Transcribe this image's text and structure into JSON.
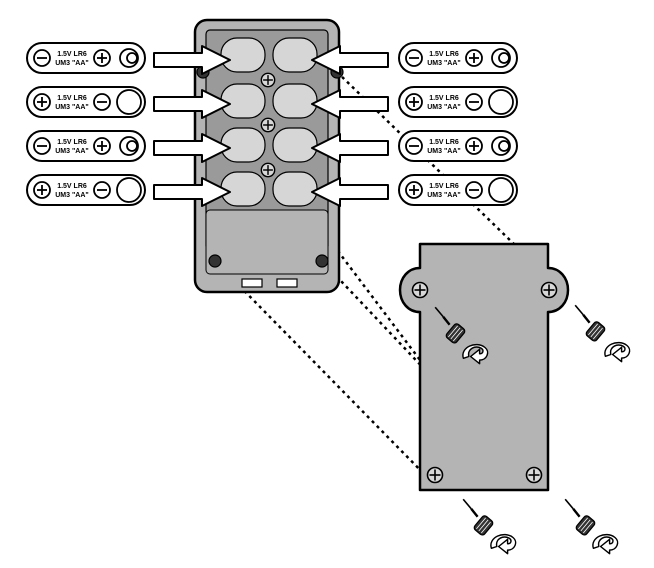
{
  "colors": {
    "ink": "#000000",
    "case_fill": "#b4b4b4",
    "inner_fill": "#9a9a9a",
    "cell_fill": "#d6d6d6",
    "cover_fill": "#b4b4b4",
    "paper": "#ffffff"
  },
  "battery_label": {
    "line1": "1.5V LR6",
    "line2": "UM3 \"AA\""
  },
  "batteries_left": [
    {
      "orientation": "minus-left"
    },
    {
      "orientation": "plus-left"
    },
    {
      "orientation": "minus-left"
    },
    {
      "orientation": "plus-left"
    }
  ],
  "batteries_right": [
    {
      "orientation": "minus-left"
    },
    {
      "orientation": "plus-left"
    },
    {
      "orientation": "minus-left"
    },
    {
      "orientation": "plus-left"
    }
  ],
  "icons": {
    "insert_arrow": "arrow-icon",
    "screw": "screw-icon",
    "rotate": "rotate-arrow-icon",
    "screw_hole": "screw-hole-icon"
  },
  "screw_count": 4
}
